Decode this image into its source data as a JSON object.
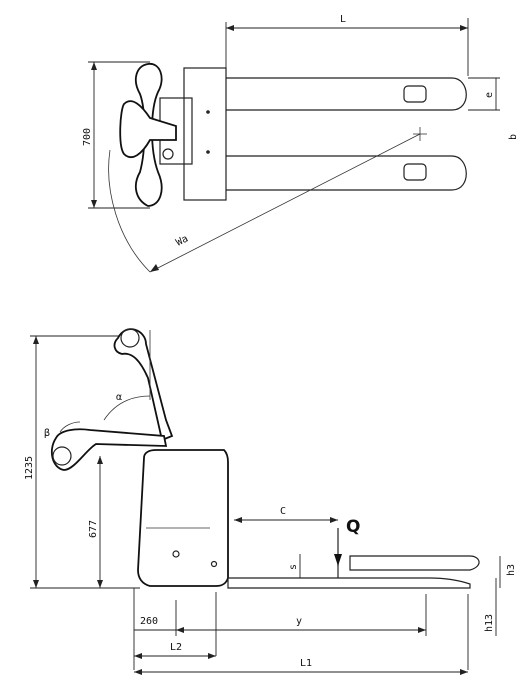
{
  "top_view": {
    "dim_L": "L",
    "dim_700": "700",
    "dim_e": "e",
    "dim_b": "b",
    "dim_Wa": "Wa"
  },
  "side_view": {
    "dim_1235": "1235",
    "dim_alpha": "α",
    "dim_beta": "β",
    "dim_677": "677",
    "dim_C": "C",
    "dim_Q": "Q",
    "dim_s": "s",
    "dim_h3": "h3",
    "dim_h13": "h13",
    "dim_y": "y",
    "dim_260": "260",
    "dim_L2": "L2",
    "dim_L1": "L1"
  }
}
